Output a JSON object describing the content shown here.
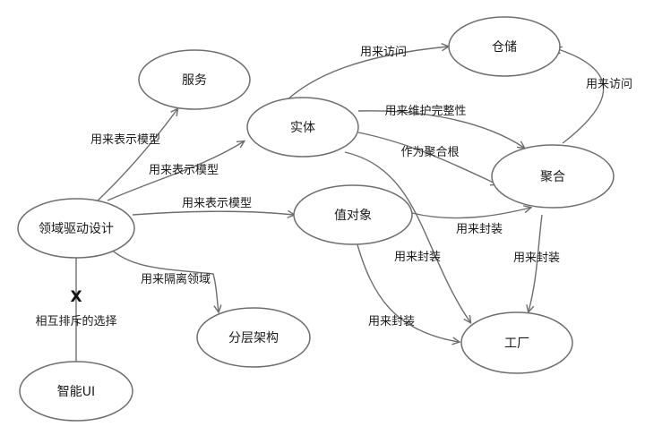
{
  "nodes": {
    "ddd": "领域驱动设计",
    "service": "服务",
    "entity": "实体",
    "value_object": "值对象",
    "layered": "分层架构",
    "smart_ui": "智能UI",
    "repository": "仓储",
    "aggregate": "聚合",
    "factory": "工厂"
  },
  "edges": {
    "ddd_service": "用来表示模型",
    "ddd_entity": "用来表示模型",
    "ddd_value": "用来表示模型",
    "ddd_layered": "用来隔离领域",
    "ddd_smartui": "相互排斥的选择",
    "ddd_smartui_mark": "X",
    "entity_repo": "用来访问",
    "entity_agg_integrity": "用来维护完整性",
    "entity_agg_root": "作为聚合根",
    "agg_repo": "用来访问",
    "value_agg": "用来封装",
    "agg_factory": "用来封装",
    "value_factory": "用来封装",
    "entity_factory": "用来封装"
  }
}
